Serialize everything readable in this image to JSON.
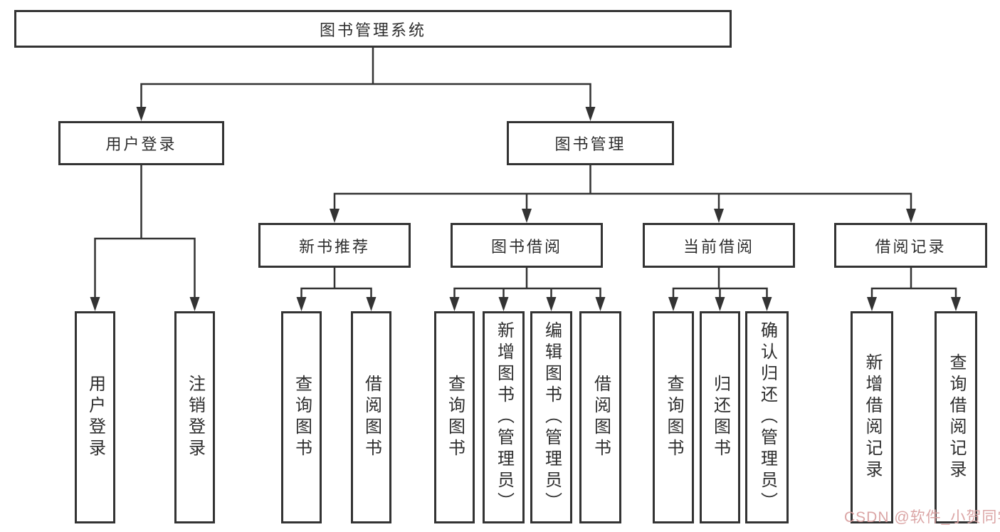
{
  "diagram": {
    "root": {
      "label": "图书管理系统"
    },
    "branches": [
      {
        "label": "用户登录",
        "children": [
          {
            "label": "用户登录"
          },
          {
            "label": "注销登录"
          }
        ]
      },
      {
        "label": "图书管理",
        "children": [
          {
            "label": "新书推荐",
            "children": [
              {
                "label": "查询图书"
              },
              {
                "label": "借阅图书"
              }
            ]
          },
          {
            "label": "图书借阅",
            "children": [
              {
                "label": "查询图书"
              },
              {
                "label": "新增图书（管理员）"
              },
              {
                "label": "编辑图书（管理员）"
              },
              {
                "label": "借阅图书"
              }
            ]
          },
          {
            "label": "当前借阅",
            "children": [
              {
                "label": "查询图书"
              },
              {
                "label": "归还图书"
              },
              {
                "label": "确认归还（管理员）"
              }
            ]
          },
          {
            "label": "借阅记录",
            "children": [
              {
                "label": "新增借阅记录"
              },
              {
                "label": "查询借阅记录"
              }
            ]
          }
        ]
      }
    ]
  },
  "watermark": {
    "text": "CSDN @软件_小贺同学"
  },
  "colors": {
    "line": "#333333",
    "text": "#2e2e2e",
    "box_background": "#ffffff",
    "page_background": "#ffffff",
    "watermark": "#d9a0a0"
  }
}
